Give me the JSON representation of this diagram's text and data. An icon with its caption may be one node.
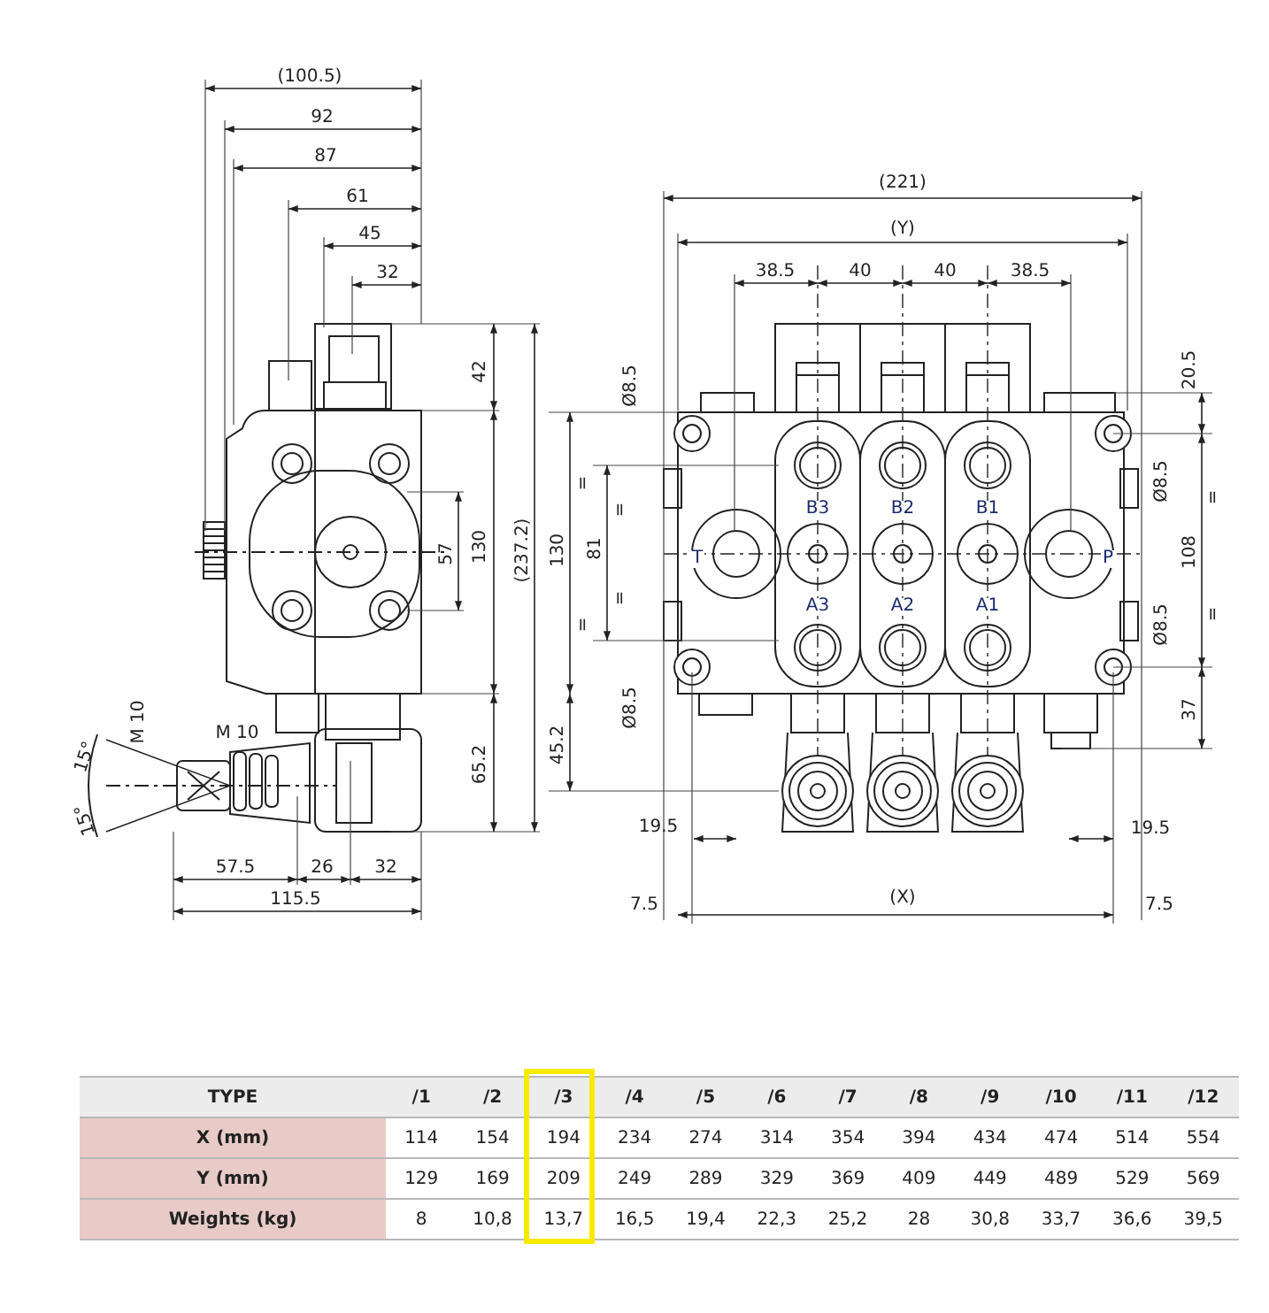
{
  "diagram": {
    "labels": [
      "(100.5)",
      "92",
      "87",
      "61",
      "45",
      "32",
      "(221)",
      "(Y)",
      "38.5",
      "40",
      "40",
      "38.5",
      "42",
      "20.5",
      "Ø8.5",
      "=",
      "=",
      "B3",
      "B2",
      "B1",
      "Ø8.5",
      "=",
      "57",
      "130",
      "(237.2)",
      "130",
      "81",
      "T",
      "P",
      "108",
      "=",
      "=",
      "A3",
      "A2",
      "A1",
      "Ø8.5",
      "=",
      "15°",
      "M 10",
      "M 10",
      "65.2",
      "45.2",
      "Ø8.5",
      "37",
      "15°",
      "19.5",
      "19.5",
      "57.5",
      "26",
      "32",
      "115.5",
      "7.5",
      "(X)",
      "7.5",
      "TYPE",
      "/1",
      "/2",
      "/3",
      "/4",
      "/5",
      "/6",
      "/7",
      "/8",
      "/9",
      "/10",
      "/11",
      "/12",
      "X (mm)",
      "114",
      "154",
      "194",
      "234",
      "274",
      "314",
      "354",
      "394",
      "434",
      "474",
      "514",
      "554",
      "Y (mm)",
      "129",
      "169",
      "209",
      "249",
      "289",
      "329",
      "369",
      "409",
      "449",
      "489",
      "529",
      "569",
      "Weights (kg)",
      "8",
      "10,8",
      "13,7",
      "16,5",
      "19,4",
      "22,3",
      "25,2",
      "28",
      "30,8",
      "33,7",
      "36,6",
      "39,5"
    ]
  }
}
